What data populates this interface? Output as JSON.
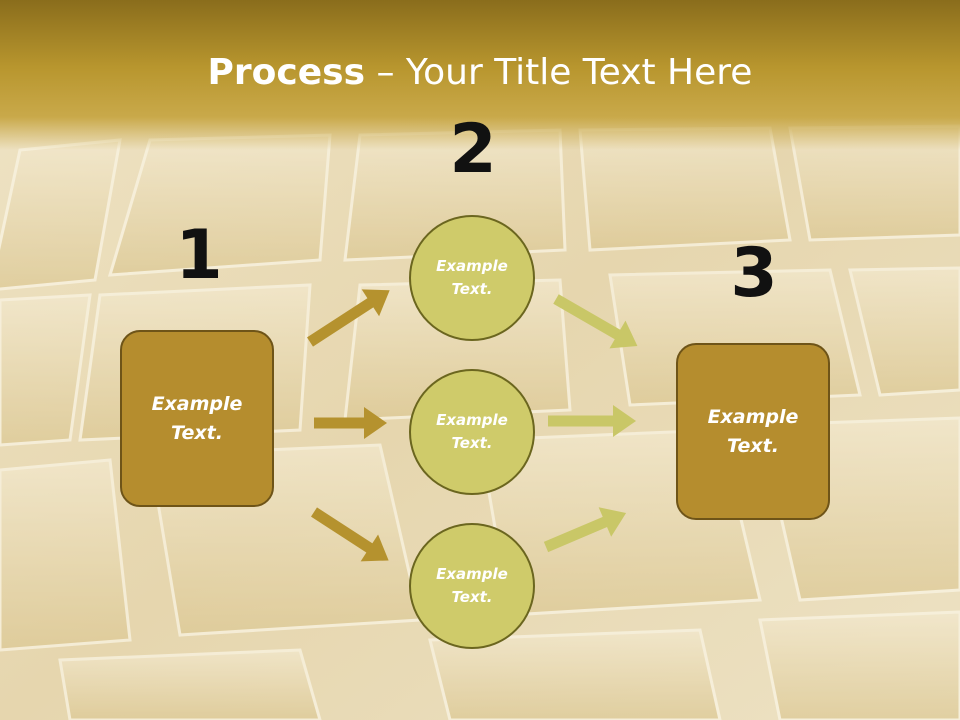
{
  "slide": {
    "title_bold": "Process",
    "title_rest": " – Your Title Text Here"
  },
  "steps": [
    {
      "number": "1",
      "text": "Example Text."
    },
    {
      "number": "2",
      "items": [
        "Example Text.",
        "Example Text.",
        "Example Text."
      ]
    },
    {
      "number": "3",
      "text": "Example Text."
    }
  ],
  "colors": {
    "box_fill": "#b58d2e",
    "circle_fill": "#cfcb6a",
    "arrow_left": "#b5922e",
    "arrow_right": "#c9c767",
    "title_band": "#b8962e"
  }
}
